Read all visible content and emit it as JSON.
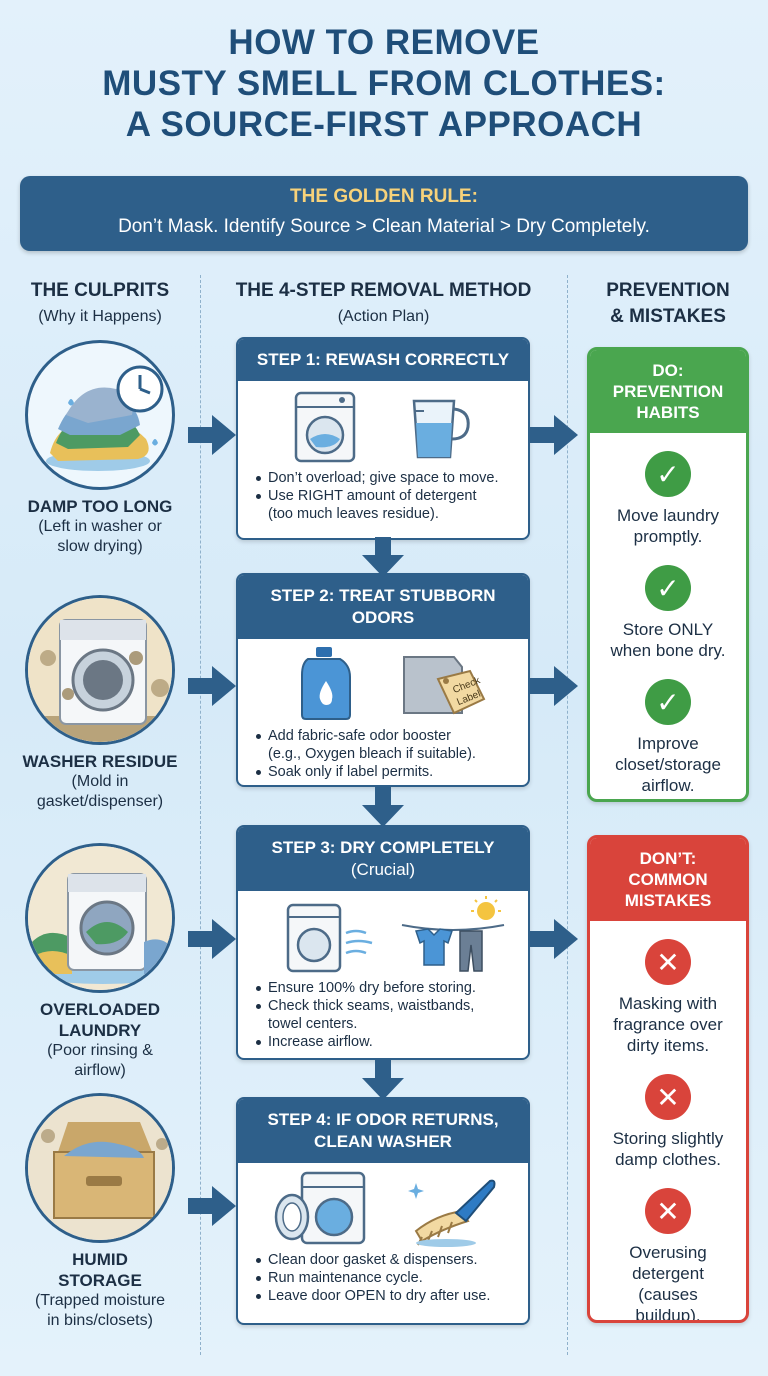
{
  "title": {
    "line1": "HOW TO REMOVE",
    "line2": "MUSTY SMELL FROM CLOTHES:",
    "line3": "A SOURCE-FIRST APPROACH"
  },
  "golden_rule": {
    "heading": "THE GOLDEN RULE:",
    "text": "Don’t Mask. Identify Source > Clean Material > Dry Completely."
  },
  "columns": {
    "culprits": {
      "heading": "THE CULPRITS",
      "sub": "(Why it Happens)"
    },
    "method": {
      "heading": "THE 4-STEP REMOVAL METHOD",
      "sub": "(Action Plan)"
    },
    "prevention": {
      "heading1": "PREVENTION",
      "heading2": "& MISTAKES"
    }
  },
  "culprits": [
    {
      "name1": "DAMP TOO LONG",
      "name2": "",
      "desc1": "(Left in washer or",
      "desc2": "slow drying)",
      "icon": "damp-clothes-clock-icon"
    },
    {
      "name1": "WASHER RESIDUE",
      "name2": "",
      "desc1": "(Mold in",
      "desc2": "gasket/dispenser)",
      "icon": "moldy-washer-icon"
    },
    {
      "name1": "OVERLOADED",
      "name2": "LAUNDRY",
      "desc1": "(Poor rinsing &",
      "desc2": "airflow)",
      "icon": "overloaded-washer-icon"
    },
    {
      "name1": "HUMID",
      "name2": "STORAGE",
      "desc1": "(Trapped moisture",
      "desc2": "in bins/closets)",
      "icon": "humid-storage-box-icon"
    }
  ],
  "steps": [
    {
      "title1": "STEP 1: REWASH CORRECTLY",
      "title2": "",
      "bullets": [
        "Don’t overload; give space to move.",
        "Use RIGHT amount of detergent"
      ],
      "bullet_cont": "(too much leaves residue).",
      "icons": [
        "washing-machine-icon",
        "measuring-cup-icon"
      ]
    },
    {
      "title1": "STEP 2: TREAT STUBBORN",
      "title2": "ODORS",
      "bullets": [
        "Add fabric-safe odor booster"
      ],
      "bullet_cont": "(e.g., Oxygen bleach if suitable).",
      "bullets_after": [
        "Soak only if label permits."
      ],
      "tag_text1": "Check",
      "tag_text2": "Label",
      "icons": [
        "detergent-bottle-icon",
        "check-label-tag-icon"
      ]
    },
    {
      "title1": "STEP 3: DRY COMPLETELY",
      "title2": "(Crucial)",
      "bullets": [
        "Ensure 100% dry before storing.",
        "Check thick seams, waistbands,"
      ],
      "bullet_cont": "towel centers.",
      "bullets_after": [
        "Increase airflow."
      ],
      "icons": [
        "dryer-icon",
        "clothesline-sun-icon"
      ]
    },
    {
      "title1": "STEP 4: IF ODOR RETURNS,",
      "title2": "CLEAN WASHER",
      "bullets": [
        "Clean door gasket & dispensers.",
        "Run maintenance cycle.",
        "Leave door OPEN to dry after use."
      ],
      "icons": [
        "open-washer-icon",
        "scrub-brush-icon"
      ]
    }
  ],
  "do_panel": {
    "h1": "DO:",
    "h2": "PREVENTION",
    "h3": "HABITS",
    "items": [
      {
        "l1": "Move laundry",
        "l2": "promptly.",
        "l3": ""
      },
      {
        "l1": "Store ONLY",
        "l2": "when bone dry.",
        "l3": ""
      },
      {
        "l1": "Improve",
        "l2": "closet/storage",
        "l3": "airflow."
      }
    ],
    "mark": "✓"
  },
  "dont_panel": {
    "h1": "DON’T:",
    "h2": "COMMON",
    "h3": "MISTAKES",
    "items": [
      {
        "l1": "Masking with",
        "l2": "fragrance over",
        "l3": "dirty items.",
        "l4": ""
      },
      {
        "l1": "Storing slightly",
        "l2": "damp clothes.",
        "l3": "",
        "l4": ""
      },
      {
        "l1": "Overusing",
        "l2": "detergent",
        "l3": "(causes",
        "l4": "buildup)."
      }
    ],
    "mark": "✕"
  },
  "colors": {
    "primary": "#2e5f8a",
    "title": "#1f4e79",
    "rule_highlight": "#f7d27a",
    "do_green": "#4aa64f",
    "dont_red": "#d9443b"
  }
}
